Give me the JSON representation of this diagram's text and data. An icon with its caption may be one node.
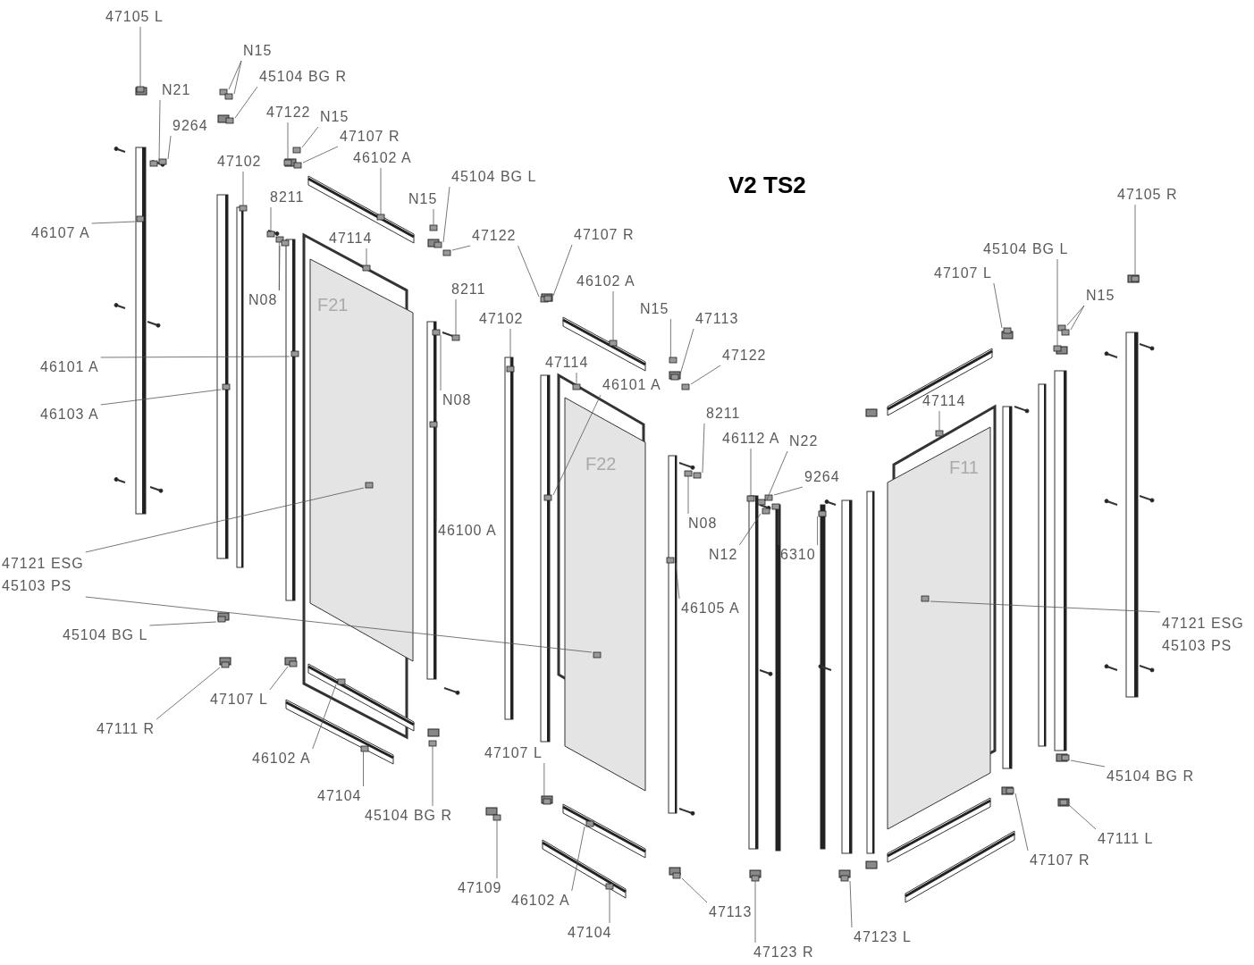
{
  "diagram": {
    "title": "V2 TS2",
    "nodes": [
      {
        "text": [
          "47105 L"
        ]
      },
      {
        "text": [
          "N21"
        ]
      },
      {
        "text": [
          "9264"
        ]
      },
      {
        "text": [
          "N15"
        ]
      },
      {
        "text": [
          "45104 BG R"
        ]
      },
      {
        "text": [
          "47122"
        ]
      },
      {
        "text": [
          "N15"
        ]
      },
      {
        "text": [
          "47107 R"
        ]
      },
      {
        "text": [
          "47102"
        ]
      },
      {
        "text": [
          "46102 A"
        ]
      },
      {
        "text": [
          "8211"
        ]
      },
      {
        "text": [
          "47114"
        ]
      },
      {
        "text": [
          "N08"
        ]
      },
      {
        "text": [
          "45104 BG L"
        ]
      },
      {
        "text": [
          "N15"
        ]
      },
      {
        "text": [
          "47122"
        ]
      },
      {
        "text": [
          "8211"
        ]
      },
      {
        "text": [
          "N08"
        ]
      },
      {
        "text": [
          "46101 A"
        ]
      },
      {
        "text": [
          "46103 A"
        ]
      },
      {
        "text": [
          "46107 A"
        ]
      },
      {
        "text": [
          "47107 R"
        ]
      },
      {
        "text": [
          "46102 A"
        ]
      },
      {
        "text": [
          "47102"
        ]
      },
      {
        "text": [
          "47114"
        ]
      },
      {
        "text": [
          "46101 A"
        ]
      },
      {
        "text": [
          "N15"
        ]
      },
      {
        "text": [
          "47113"
        ]
      },
      {
        "text": [
          "47122"
        ]
      },
      {
        "text": [
          "46100 A"
        ]
      },
      {
        "text": [
          "47121 ESG",
          "45103 PS"
        ]
      },
      {
        "text": [
          "8211"
        ]
      },
      {
        "text": [
          "46112 A"
        ]
      },
      {
        "text": [
          "N22"
        ]
      },
      {
        "text": [
          "9264"
        ]
      },
      {
        "text": [
          "N08"
        ]
      },
      {
        "text": [
          "N12"
        ]
      },
      {
        "text": [
          "6310"
        ]
      },
      {
        "text": [
          "46105 A"
        ]
      },
      {
        "text": [
          "45104 BG L"
        ]
      },
      {
        "text": [
          "47111 R"
        ]
      },
      {
        "text": [
          "47107 L"
        ]
      },
      {
        "text": [
          "46102 A"
        ]
      },
      {
        "text": [
          "47104"
        ]
      },
      {
        "text": [
          "45104 BG R"
        ]
      },
      {
        "text": [
          "47109"
        ]
      },
      {
        "text": [
          "47107 L"
        ]
      },
      {
        "text": [
          "46102 A"
        ]
      },
      {
        "text": [
          "47104"
        ]
      },
      {
        "text": [
          "47113"
        ]
      },
      {
        "text": [
          "47123 R"
        ]
      },
      {
        "text": [
          "47123 L"
        ]
      },
      {
        "text": [
          "47114"
        ]
      },
      {
        "text": [
          "47107 L"
        ]
      },
      {
        "text": [
          "45104 BG L"
        ]
      },
      {
        "text": [
          "N15"
        ]
      },
      {
        "text": [
          "47105 R"
        ]
      },
      {
        "text": [
          "47121 ESG",
          "45103 PS"
        ]
      },
      {
        "text": [
          "45104 BG R"
        ]
      },
      {
        "text": [
          "47111 L"
        ]
      },
      {
        "text": [
          "47107 R"
        ]
      },
      {
        "text": [],
        "shape": "box"
      },
      {
        "text": [],
        "shape": "box"
      },
      {
        "text": [],
        "shape": "box"
      },
      {
        "text": [],
        "shape": "box"
      },
      {
        "text": [],
        "shape": "box"
      },
      {
        "text": [],
        "shape": "box"
      },
      {
        "text": [],
        "shape": "box"
      },
      {
        "text": [],
        "shape": "box"
      },
      {
        "text": [],
        "shape": "box"
      },
      {
        "text": [],
        "shape": "box"
      },
      {
        "text": [],
        "shape": "box"
      },
      {
        "text": [],
        "shape": "box"
      },
      {
        "text": [],
        "shape": "box"
      },
      {
        "text": [],
        "shape": "box"
      },
      {
        "text": [],
        "shape": "box"
      },
      {
        "text": [],
        "shape": "box"
      },
      {
        "text": [],
        "shape": "box"
      },
      {
        "text": [],
        "shape": "box"
      },
      {
        "text": [],
        "shape": "box"
      },
      {
        "text": [],
        "shape": "box"
      },
      {
        "text": [],
        "shape": "box"
      },
      {
        "text": [],
        "shape": "box"
      },
      {
        "text": [],
        "shape": "box"
      },
      {
        "text": [],
        "shape": "box"
      },
      {
        "text": [],
        "shape": "box"
      },
      {
        "text": [],
        "shape": "box"
      },
      {
        "text": [],
        "shape": "box"
      },
      {
        "text": [],
        "shape": "box"
      },
      {
        "text": [],
        "shape": "box"
      },
      {
        "text": [],
        "shape": "box"
      },
      {
        "text": [],
        "shape": "box"
      },
      {
        "text": [],
        "shape": "box"
      },
      {
        "text": [],
        "shape": "box"
      },
      {
        "text": [],
        "shape": "box"
      },
      {
        "text": [],
        "shape": "box"
      },
      {
        "text": [],
        "shape": "box"
      },
      {
        "text": [],
        "shape": "box"
      },
      {
        "text": [],
        "shape": "box"
      },
      {
        "text": [],
        "shape": "box"
      },
      {
        "text": [],
        "shape": "box"
      },
      {
        "text": [],
        "shape": "box"
      },
      {
        "text": [],
        "shape": "box"
      },
      {
        "text": [],
        "shape": "box"
      },
      {
        "text": [],
        "shape": "box"
      },
      {
        "text": [],
        "shape": "box"
      },
      {
        "text": [],
        "shape": "box"
      },
      {
        "text": [],
        "shape": "box"
      },
      {
        "text": [],
        "shape": "box"
      },
      {
        "text": [],
        "shape": "box"
      },
      {
        "text": [],
        "shape": "box"
      },
      {
        "text": [],
        "shape": "box"
      },
      {
        "text": [],
        "shape": "box"
      },
      {
        "text": [],
        "shape": "box"
      },
      {
        "text": [],
        "shape": "box"
      },
      {
        "text": [],
        "shape": "box"
      },
      {
        "text": [],
        "shape": "box"
      },
      {
        "text": [],
        "shape": "box"
      },
      {
        "text": [],
        "shape": "box"
      },
      {
        "text": [],
        "shape": "box"
      },
      {
        "text": [],
        "shape": "box"
      },
      {
        "text": [],
        "shape": "box"
      },
      {
        "text": [],
        "shape": "box"
      },
      {
        "text": [],
        "shape": "box"
      },
      {
        "text": [],
        "shape": "box"
      },
      {
        "text": [],
        "shape": "box"
      },
      {
        "text": [],
        "shape": "box"
      },
      {
        "text": [],
        "shape": "box"
      }
    ],
    "edges": [
      {
        "from": 0,
        "to": 61,
        "arrow": "none"
      },
      {
        "from": 1,
        "to": 62,
        "arrow": "none"
      },
      {
        "from": 2,
        "to": 63,
        "arrow": "none"
      },
      {
        "from": 3,
        "to": 64,
        "arrow": "none"
      },
      {
        "from": 3,
        "to": 65,
        "arrow": "none"
      },
      {
        "from": 4,
        "to": 66,
        "arrow": "none"
      },
      {
        "from": 5,
        "to": 67,
        "arrow": "none"
      },
      {
        "from": 6,
        "to": 68,
        "arrow": "none"
      },
      {
        "from": 7,
        "to": 69,
        "arrow": "none"
      },
      {
        "from": 8,
        "to": 70,
        "arrow": "none"
      },
      {
        "from": 9,
        "to": 71,
        "arrow": "none"
      },
      {
        "from": 10,
        "to": 72,
        "arrow": "none"
      },
      {
        "from": 11,
        "to": 73,
        "arrow": "none"
      },
      {
        "from": 12,
        "to": 74,
        "arrow": "none"
      },
      {
        "from": 12,
        "to": 75,
        "arrow": "none"
      },
      {
        "from": 13,
        "to": 76,
        "arrow": "none"
      },
      {
        "from": 14,
        "to": 77,
        "arrow": "none"
      },
      {
        "from": 15,
        "to": 78,
        "arrow": "none"
      },
      {
        "from": 15,
        "to": 79,
        "arrow": "none"
      },
      {
        "from": 16,
        "to": 80,
        "arrow": "none"
      },
      {
        "from": 17,
        "to": 81,
        "arrow": "none"
      },
      {
        "from": 18,
        "to": 82,
        "arrow": "none"
      },
      {
        "from": 19,
        "to": 83,
        "arrow": "none"
      },
      {
        "from": 20,
        "to": 84,
        "arrow": "none"
      },
      {
        "from": 21,
        "to": 85,
        "arrow": "none"
      },
      {
        "from": 22,
        "to": 86,
        "arrow": "none"
      },
      {
        "from": 23,
        "to": 87,
        "arrow": "none"
      },
      {
        "from": 24,
        "to": 88,
        "arrow": "none"
      },
      {
        "from": 25,
        "to": 89,
        "arrow": "none"
      },
      {
        "from": 26,
        "to": 90,
        "arrow": "none"
      },
      {
        "from": 27,
        "to": 91,
        "arrow": "none"
      },
      {
        "from": 28,
        "to": 92,
        "arrow": "none"
      },
      {
        "from": 29,
        "to": 93,
        "arrow": "none"
      },
      {
        "from": 30,
        "to": 94,
        "arrow": "none"
      },
      {
        "from": 30,
        "to": 95,
        "arrow": "none"
      },
      {
        "from": 31,
        "to": 96,
        "arrow": "none"
      },
      {
        "from": 32,
        "to": 97,
        "arrow": "none"
      },
      {
        "from": 33,
        "to": 98,
        "arrow": "none"
      },
      {
        "from": 34,
        "to": 99,
        "arrow": "none"
      },
      {
        "from": 35,
        "to": 100,
        "arrow": "none"
      },
      {
        "from": 36,
        "to": 101,
        "arrow": "none"
      },
      {
        "from": 37,
        "to": 102,
        "arrow": "none"
      },
      {
        "from": 37,
        "to": 103,
        "arrow": "none"
      },
      {
        "from": 38,
        "to": 104,
        "arrow": "none"
      },
      {
        "from": 39,
        "to": 105,
        "arrow": "none"
      },
      {
        "from": 40,
        "to": 106,
        "arrow": "none"
      },
      {
        "from": 41,
        "to": 107,
        "arrow": "none"
      },
      {
        "from": 42,
        "to": 108,
        "arrow": "none"
      },
      {
        "from": 43,
        "to": 109,
        "arrow": "none"
      },
      {
        "from": 44,
        "to": 110,
        "arrow": "none"
      },
      {
        "from": 45,
        "to": 111,
        "arrow": "none"
      },
      {
        "from": 46,
        "to": 112,
        "arrow": "none"
      },
      {
        "from": 47,
        "to": 113,
        "arrow": "none"
      },
      {
        "from": 48,
        "to": 114,
        "arrow": "none"
      },
      {
        "from": 49,
        "to": 115,
        "arrow": "none"
      },
      {
        "from": 50,
        "to": 116,
        "arrow": "none"
      },
      {
        "from": 51,
        "to": 117,
        "arrow": "none"
      },
      {
        "from": 52,
        "to": 118,
        "arrow": "none"
      },
      {
        "from": 53,
        "to": 119,
        "arrow": "none"
      },
      {
        "from": 54,
        "to": 120,
        "arrow": "none"
      },
      {
        "from": 55,
        "to": 121,
        "arrow": "none"
      },
      {
        "from": 55,
        "to": 122,
        "arrow": "none"
      },
      {
        "from": 56,
        "to": 123,
        "arrow": "none"
      },
      {
        "from": 57,
        "to": 124,
        "arrow": "none"
      },
      {
        "from": 58,
        "to": 125,
        "arrow": "none"
      },
      {
        "from": 59,
        "to": 126,
        "arrow": "none"
      },
      {
        "from": 60,
        "to": 127,
        "arrow": "none"
      }
    ],
    "labels": [
      "F21",
      "F22",
      "F11"
    ]
  }
}
